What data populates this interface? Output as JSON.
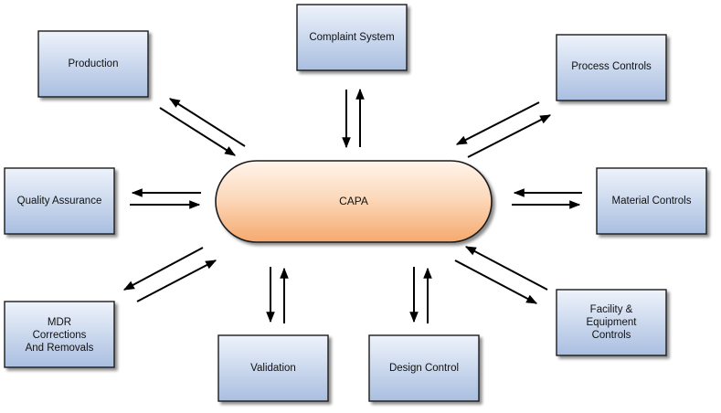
{
  "diagram": {
    "center": {
      "label": "CAPA"
    },
    "nodes": {
      "production": {
        "label": "Production"
      },
      "complaint_system": {
        "label": "Complaint System"
      },
      "process_controls": {
        "label": "Process Controls"
      },
      "quality_assurance": {
        "label": "Quality Assurance"
      },
      "material_controls": {
        "label": "Material Controls"
      },
      "mdr": {
        "lines": [
          "MDR",
          "Corrections",
          "And Removals"
        ]
      },
      "validation": {
        "label": "Validation"
      },
      "design_control": {
        "label": "Design Control"
      },
      "facility": {
        "lines": [
          "Facility &",
          "Equipment",
          "Controls"
        ]
      }
    },
    "colors": {
      "box_fill_top": "#eef3fb",
      "box_fill_bottom": "#a9bee0",
      "box_stroke": "#1a1a1a",
      "box_shadow": "#9a9a9a",
      "center_fill_top": "#fff4ea",
      "center_fill_bottom": "#f5a86e",
      "arrow": "#000000"
    }
  }
}
